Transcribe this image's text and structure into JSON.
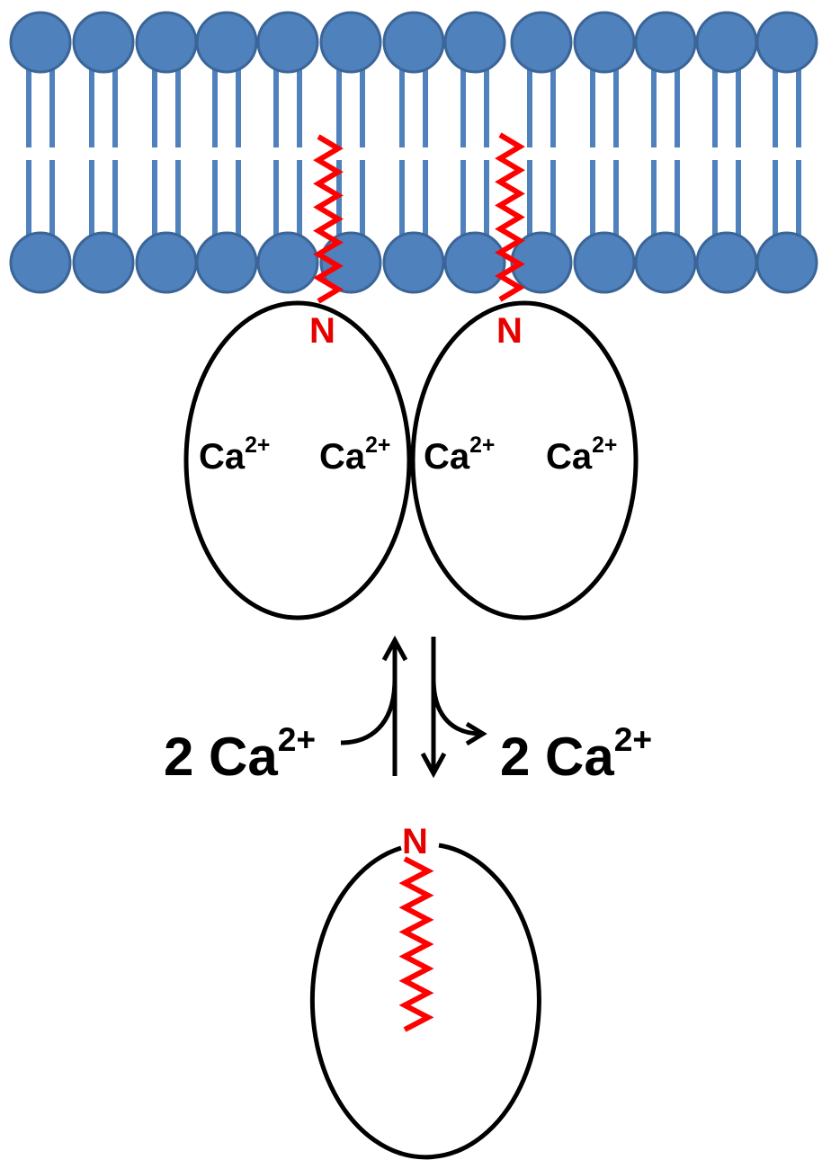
{
  "colors": {
    "lipid_head": "#4f81bd",
    "lipid_head_stroke": "#3b6597",
    "lipid_tail": "#4f81bd",
    "helix": "#ff0000",
    "n_label": "#e60000",
    "outline": "#000000"
  },
  "labels": {
    "n_terminus": "N",
    "ca_species": "Ca",
    "ca_charge": "2+",
    "left_release": {
      "coefficient": "2",
      "species": "Ca",
      "charge": "2+"
    },
    "right_release": {
      "coefficient": "2",
      "species": "Ca",
      "charge": "2+"
    }
  },
  "dimer_ca_labels": [
    {
      "species": "Ca",
      "charge": "2+"
    },
    {
      "species": "Ca",
      "charge": "2+"
    },
    {
      "species": "Ca",
      "charge": "2+"
    },
    {
      "species": "Ca",
      "charge": "2+"
    }
  ]
}
